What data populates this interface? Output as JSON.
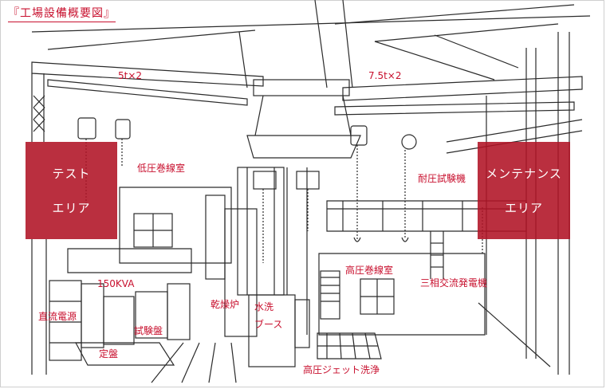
{
  "title": "『工場設備概要図』",
  "crane_left": "5t×2",
  "crane_right": "7.5t×2",
  "labels": {
    "low_voltage_winding": "低圧巻線室",
    "withstand_tester": "耐圧試験機",
    "capacity_150kva": "150KVA",
    "high_voltage_winding": "高圧巻線室",
    "three_phase_generator": "三相交流発電機",
    "dc_power": "直流電源",
    "drying_oven": "乾燥炉",
    "test_panel": "試験盤",
    "fixed_panel": "定盤",
    "jet_wash": "高圧ジェット洗浄",
    "wash_line1": "水洗",
    "wash_line2": "ブース"
  },
  "areas": {
    "test": [
      "テスト",
      "エリア"
    ],
    "maintenance": [
      "メンテナンス",
      "エリア"
    ]
  },
  "colors": {
    "accent": "#c8102e",
    "area_fill": "#b01224",
    "line": "#2b2b2b"
  }
}
